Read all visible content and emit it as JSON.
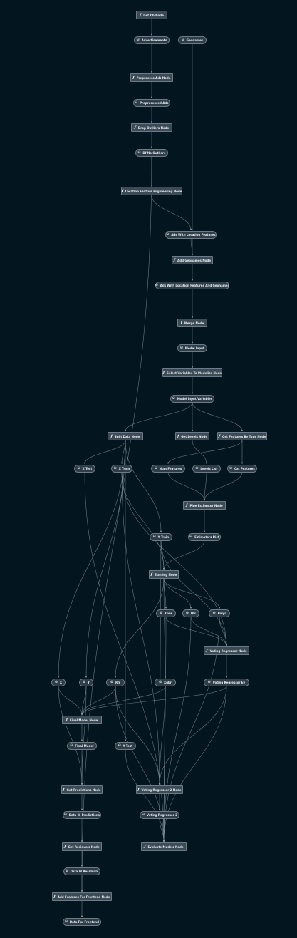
{
  "icons": {
    "function": "ƒ",
    "dataset": "⛁"
  },
  "colors": {
    "background": "#03151f",
    "function_node": "#3c4b56",
    "dataset_node": "#2e3d47",
    "edge": "#8a9aa6"
  },
  "nodes": [
    {
      "id": "get_db",
      "kind": "function",
      "label": "Get Db Node"
    },
    {
      "id": "adverts",
      "kind": "dataset",
      "label": "Advertisements"
    },
    {
      "id": "geonames",
      "kind": "dataset",
      "label": "Geonames"
    },
    {
      "id": "preprocess",
      "kind": "function",
      "label": "Preprocess Ads Node"
    },
    {
      "id": "pre_ads",
      "kind": "dataset",
      "label": "Preprocessed Ads"
    },
    {
      "id": "drop_outliers",
      "kind": "function",
      "label": "Drop Outliers Node"
    },
    {
      "id": "df_no_out",
      "kind": "dataset",
      "label": "Df No Outliers"
    },
    {
      "id": "loc_fe",
      "kind": "function",
      "label": "Location Feature Engineering Node"
    },
    {
      "id": "ads_loc",
      "kind": "dataset",
      "label": "Ads With Location Features"
    },
    {
      "id": "add_geo",
      "kind": "function",
      "label": "Add Geonames Node"
    },
    {
      "id": "ads_loc_geo",
      "kind": "dataset",
      "label": "Ads With Location Features And Geonames"
    },
    {
      "id": "merge",
      "kind": "function",
      "label": "Merge Node"
    },
    {
      "id": "model_input",
      "kind": "dataset",
      "label": "Model Input"
    },
    {
      "id": "select_vars",
      "kind": "function",
      "label": "Select Variables To Modelize Node"
    },
    {
      "id": "model_input_vars",
      "kind": "dataset",
      "label": "Model Input Variables"
    },
    {
      "id": "split",
      "kind": "function",
      "label": "Split Data Node"
    },
    {
      "id": "get_levels",
      "kind": "function",
      "label": "Get Levels Node"
    },
    {
      "id": "get_feat_type",
      "kind": "function",
      "label": "Get Features By Type Node"
    },
    {
      "id": "x_test",
      "kind": "dataset",
      "label": "X Test"
    },
    {
      "id": "x_train",
      "kind": "dataset",
      "label": "X Train"
    },
    {
      "id": "num_feat",
      "kind": "dataset",
      "label": "Num Features"
    },
    {
      "id": "levels_list",
      "kind": "dataset",
      "label": "Levels List"
    },
    {
      "id": "cat_feat",
      "kind": "dataset",
      "label": "Cat Features"
    },
    {
      "id": "pipe_est",
      "kind": "function",
      "label": "Pipe Estimator Node"
    },
    {
      "id": "y_train",
      "kind": "dataset",
      "label": "Y Train"
    },
    {
      "id": "est_dict",
      "kind": "dataset",
      "label": "Estimators Dict"
    },
    {
      "id": "training",
      "kind": "function",
      "label": "Training Node"
    },
    {
      "id": "knnr",
      "kind": "dataset",
      "label": "Knnr"
    },
    {
      "id": "dtr",
      "kind": "dataset",
      "label": "Dtr"
    },
    {
      "id": "polyr",
      "kind": "dataset",
      "label": "Polyr"
    },
    {
      "id": "voting_node",
      "kind": "function",
      "label": "Voting Regressor Node"
    },
    {
      "id": "x",
      "kind": "dataset",
      "label": "X"
    },
    {
      "id": "y",
      "kind": "dataset",
      "label": "Y"
    },
    {
      "id": "rfr",
      "kind": "dataset",
      "label": "Rfr"
    },
    {
      "id": "xgbr",
      "kind": "dataset",
      "label": "Xgbr"
    },
    {
      "id": "voting_ds",
      "kind": "dataset",
      "label": "Voting Regressor Ev"
    },
    {
      "id": "final_model_node",
      "kind": "function",
      "label": "Final Model Node"
    },
    {
      "id": "final_model",
      "kind": "dataset",
      "label": "Final Model"
    },
    {
      "id": "y_test",
      "kind": "dataset",
      "label": "Y Test"
    },
    {
      "id": "get_pred",
      "kind": "function",
      "label": "Get Predictions Node"
    },
    {
      "id": "voting2_node",
      "kind": "function",
      "label": "Voting Regressor 2 Node"
    },
    {
      "id": "data_pred",
      "kind": "dataset",
      "label": "Data W Predictions"
    },
    {
      "id": "voting2",
      "kind": "dataset",
      "label": "Voting Regressor 2"
    },
    {
      "id": "get_resid",
      "kind": "function",
      "label": "Get Residuals Node"
    },
    {
      "id": "evaluate",
      "kind": "function",
      "label": "Evaluate Models Node"
    },
    {
      "id": "data_resid",
      "kind": "dataset",
      "label": "Data W Residuals"
    },
    {
      "id": "add_front",
      "kind": "function",
      "label": "Add Features For Frontend Node"
    },
    {
      "id": "data_front",
      "kind": "dataset",
      "label": "Data For Frontend"
    }
  ],
  "edges": [
    [
      "get_db",
      "adverts"
    ],
    [
      "adverts",
      "preprocess"
    ],
    [
      "preprocess",
      "pre_ads"
    ],
    [
      "pre_ads",
      "drop_outliers"
    ],
    [
      "drop_outliers",
      "df_no_out"
    ],
    [
      "df_no_out",
      "loc_fe"
    ],
    [
      "df_no_out",
      "add_front"
    ],
    [
      "loc_fe",
      "ads_loc"
    ],
    [
      "ads_loc",
      "add_geo"
    ],
    [
      "geonames",
      "add_geo"
    ],
    [
      "add_geo",
      "ads_loc_geo"
    ],
    [
      "ads_loc_geo",
      "merge"
    ],
    [
      "merge",
      "model_input"
    ],
    [
      "model_input",
      "select_vars"
    ],
    [
      "select_vars",
      "model_input_vars"
    ],
    [
      "model_input_vars",
      "split"
    ],
    [
      "model_input_vars",
      "get_levels"
    ],
    [
      "model_input_vars",
      "get_feat_type"
    ],
    [
      "split",
      "x_test"
    ],
    [
      "split",
      "x_train"
    ],
    [
      "split",
      "y_train"
    ],
    [
      "split",
      "x"
    ],
    [
      "split",
      "y"
    ],
    [
      "split",
      "y_test"
    ],
    [
      "get_levels",
      "levels_list"
    ],
    [
      "get_feat_type",
      "num_feat"
    ],
    [
      "get_feat_type",
      "cat_feat"
    ],
    [
      "num_feat",
      "pipe_est"
    ],
    [
      "levels_list",
      "pipe_est"
    ],
    [
      "cat_feat",
      "pipe_est"
    ],
    [
      "pipe_est",
      "est_dict"
    ],
    [
      "x_train",
      "training"
    ],
    [
      "y_train",
      "training"
    ],
    [
      "est_dict",
      "training"
    ],
    [
      "x_train",
      "voting_node"
    ],
    [
      "y_train",
      "voting_node"
    ],
    [
      "training",
      "knnr"
    ],
    [
      "training",
      "dtr"
    ],
    [
      "training",
      "polyr"
    ],
    [
      "training",
      "rfr"
    ],
    [
      "training",
      "xgbr"
    ],
    [
      "knnr",
      "voting_node"
    ],
    [
      "dtr",
      "voting_node"
    ],
    [
      "polyr",
      "voting_node"
    ],
    [
      "voting_node",
      "voting_ds"
    ],
    [
      "x",
      "final_model_node"
    ],
    [
      "y",
      "final_model_node"
    ],
    [
      "rfr",
      "final_model_node"
    ],
    [
      "xgbr",
      "final_model_node"
    ],
    [
      "voting_ds",
      "final_model_node"
    ],
    [
      "final_model_node",
      "final_model"
    ],
    [
      "final_model",
      "get_pred"
    ],
    [
      "x",
      "get_pred"
    ],
    [
      "y",
      "get_pred"
    ],
    [
      "get_pred",
      "data_pred"
    ],
    [
      "data_pred",
      "get_resid"
    ],
    [
      "get_resid",
      "data_resid"
    ],
    [
      "data_resid",
      "add_front"
    ],
    [
      "add_front",
      "data_front"
    ],
    [
      "x_train",
      "voting2_node"
    ],
    [
      "y_train",
      "voting2_node"
    ],
    [
      "rfr",
      "voting2_node"
    ],
    [
      "xgbr",
      "voting2_node"
    ],
    [
      "voting_ds",
      "voting2_node"
    ],
    [
      "voting2_node",
      "voting2"
    ],
    [
      "x_test",
      "evaluate"
    ],
    [
      "y_test",
      "evaluate"
    ],
    [
      "knnr",
      "evaluate"
    ],
    [
      "dtr",
      "evaluate"
    ],
    [
      "polyr",
      "evaluate"
    ],
    [
      "rfr",
      "evaluate"
    ],
    [
      "xgbr",
      "evaluate"
    ],
    [
      "voting_ds",
      "evaluate"
    ],
    [
      "voting2",
      "evaluate"
    ]
  ]
}
